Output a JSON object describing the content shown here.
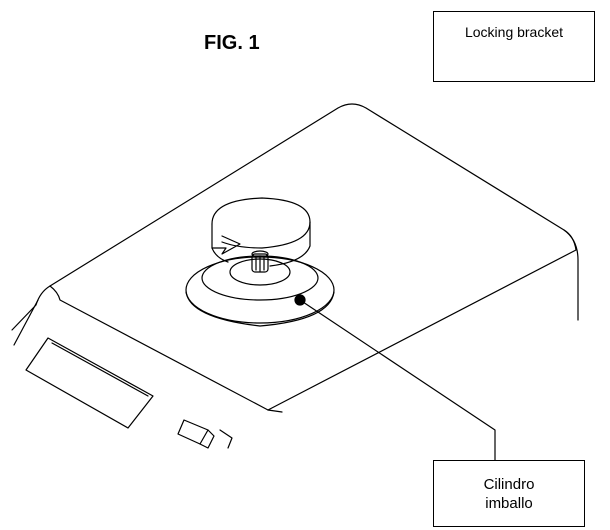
{
  "figure": {
    "title": "FIG. 1"
  },
  "callouts": {
    "top_label": "Locking bracket",
    "bottom_label_line1": "Cilindro",
    "bottom_label_line2": "imballo"
  },
  "colors": {
    "line": "#000000",
    "background": "#ffffff"
  }
}
